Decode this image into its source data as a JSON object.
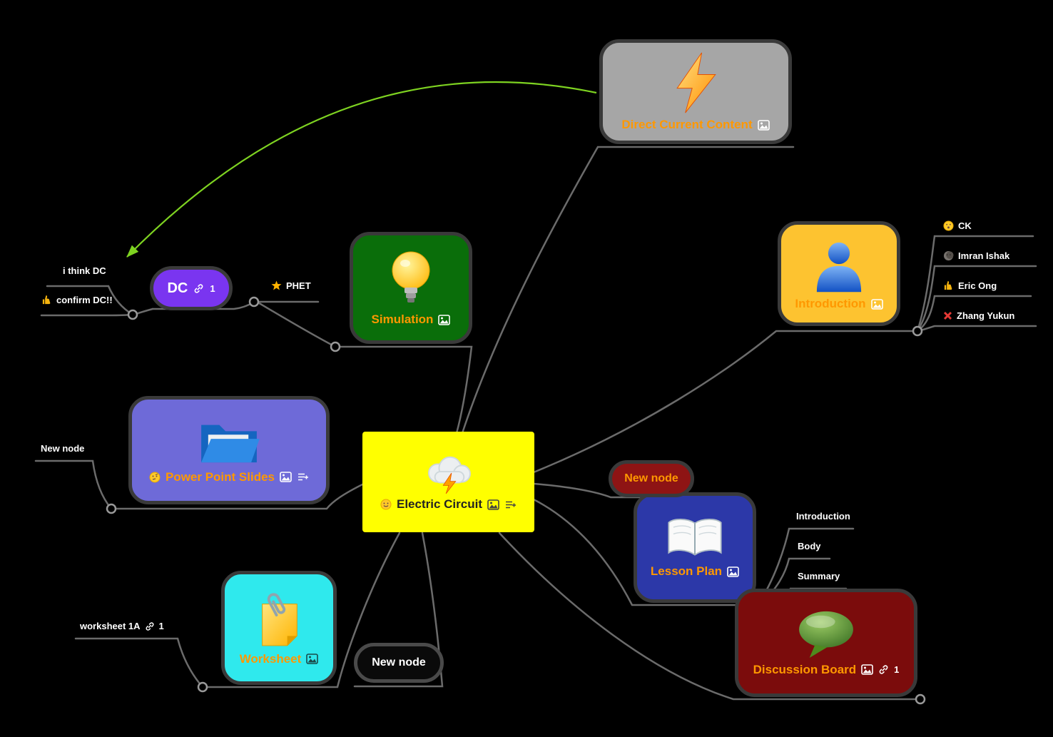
{
  "mindmap": {
    "root": {
      "label": "Electric Circuit"
    },
    "direct_current_content": {
      "label": "Direct Current Content"
    },
    "introduction": {
      "label": "Introduction",
      "children": [
        {
          "label": "CK"
        },
        {
          "label": "Imran Ishak"
        },
        {
          "label": "Eric Ong"
        },
        {
          "label": "Zhang Yukun"
        }
      ]
    },
    "simulation": {
      "label": "Simulation"
    },
    "phet": {
      "label": "PHET"
    },
    "dc": {
      "label": "DC",
      "link_count": "1"
    },
    "i_think_dc": {
      "label": "i think DC"
    },
    "confirm_dc": {
      "label": "confirm DC!!"
    },
    "power_point_slides": {
      "label": "Power Point Slides"
    },
    "new_node_left": {
      "label": "New node"
    },
    "worksheet": {
      "label": "Worksheet"
    },
    "worksheet_1a": {
      "label": "worksheet 1A",
      "link_count": "1"
    },
    "new_node_bottom": {
      "label": "New node"
    },
    "new_node_red": {
      "label": "New node"
    },
    "lesson_plan": {
      "label": "Lesson Plan",
      "children": [
        {
          "label": "Introduction"
        },
        {
          "label": "Body"
        },
        {
          "label": "Summary"
        }
      ]
    },
    "discussion_board": {
      "label": "Discussion Board",
      "link_count": "1"
    },
    "icons": {
      "image": "image-icon",
      "notes": "add-notes-icon",
      "link": "link-icon",
      "star": "star-icon",
      "thumbs_up": "thumbs-up-icon",
      "cross": "cross-mark-icon",
      "smiley": "smiley-face-icon",
      "thinking": "thinking-face-icon",
      "moon": "dark-moon-face-icon"
    },
    "colors": {
      "background": "#000000",
      "edge": "#6b6b6b",
      "arrow_green": "#7ED321",
      "label_orange": "#FF9800",
      "central_yellow": "#FFFF00",
      "direct_current_gray": "#A6A6A6",
      "introduction_amber": "#FDC330",
      "simulation_green": "#0A6E0A",
      "slides_purple": "#6E6AD8",
      "worksheet_cyan": "#2FE9ED",
      "lesson_plan_blue": "#2C38A8",
      "discussion_maroon": "#7B0C0C",
      "dc_violet": "#7A35F0",
      "new_node_red": "#8E1414"
    }
  }
}
